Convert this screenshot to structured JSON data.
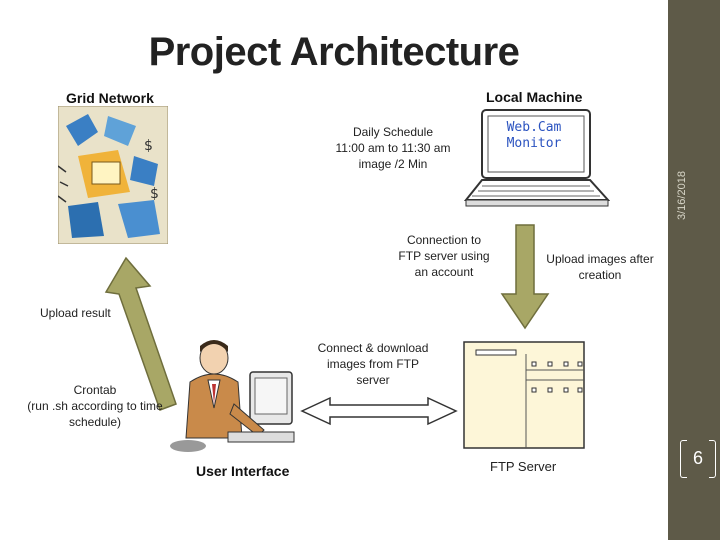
{
  "title": "Project Architecture",
  "nodes": {
    "grid_network": "Grid Network",
    "local_machine": "Local Machine",
    "user_interface": "User Interface",
    "ftp_server": "FTP Server"
  },
  "labels": {
    "daily_schedule": [
      "Daily Schedule",
      "11:00 am to 11:30 am",
      "image /2 Min"
    ],
    "webcam_monitor": [
      "Web.Cam",
      "Monitor"
    ],
    "connection_ftp": [
      "Connection to",
      "FTP server using",
      "an account"
    ],
    "upload_images": [
      "Upload images after",
      "creation"
    ],
    "upload_result": "Upload result",
    "connect_download": [
      "Connect & download",
      "images from FTP",
      "server"
    ],
    "crontab": [
      "Crontab",
      "(run .sh according to time",
      "schedule)"
    ]
  },
  "footer": {
    "date": "3/16/2018",
    "page_number": "6"
  },
  "colors": {
    "sidebar": "#5e5a48",
    "arrow_fill": "#a8a766",
    "arrow_stroke": "#6f6e3d",
    "webcam_text": "#2b53c0"
  }
}
